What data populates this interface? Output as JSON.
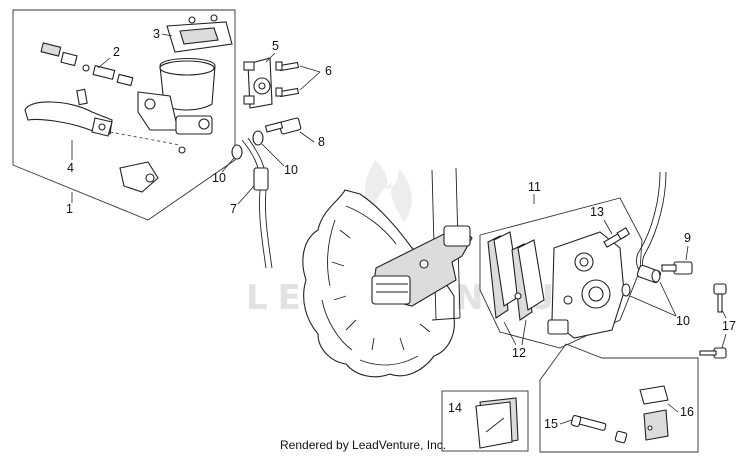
{
  "diagram": {
    "callouts": [
      "1",
      "2",
      "3",
      "4",
      "5",
      "6",
      "7",
      "8",
      "9",
      "10",
      "10",
      "10",
      "11",
      "12",
      "13",
      "14",
      "15",
      "16",
      "17"
    ],
    "watermark": "LEADVENTURE",
    "footer": "Rendered by LeadVenture, Inc."
  }
}
